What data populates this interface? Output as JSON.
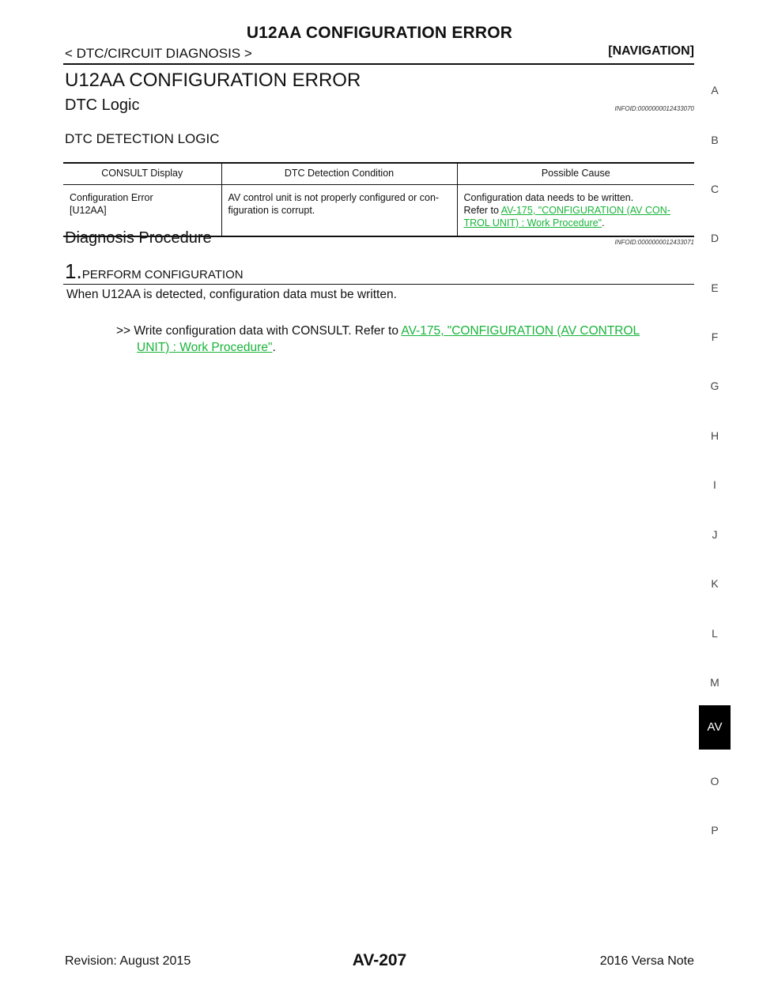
{
  "header": {
    "title": "U12AA CONFIGURATION ERROR",
    "breadcrumb": "< DTC/CIRCUIT DIAGNOSIS >",
    "section": "[NAVIGATION]"
  },
  "page_heading": "U12AA CONFIGURATION ERROR",
  "dtc_logic": {
    "heading": "DTC Logic",
    "info_id": "INFOID:0000000012433070",
    "subheading": "DTC DETECTION LOGIC",
    "table": {
      "columns": [
        "CONSULT Display",
        "DTC Detection Condition",
        "Possible Cause"
      ],
      "row": {
        "display_line1": "Configuration Error",
        "display_line2": "[U12AA]",
        "condition_line1": "AV control unit is not properly configured or con-",
        "condition_line2": "figuration is corrupt.",
        "cause_line1": "Configuration data needs to be written.",
        "cause_refer_prefix": "Refer to ",
        "cause_link_line1": "AV-175, \"CONFIGURATION (AV CON-",
        "cause_link_line2": "TROL UNIT) : Work Procedure\"",
        "cause_suffix": "."
      }
    }
  },
  "diagnosis": {
    "heading": "Diagnosis Procedure",
    "info_id": "INFOID:0000000012433071",
    "step_number": "1.",
    "step_title": "PERFORM CONFIGURATION",
    "step_text": "When U12AA is detected, configuration data must be written.",
    "result_prefix": ">> Write configuration data with CONSULT. Refer to ",
    "result_link_line1": "AV-175, \"CONFIGURATION (AV CONTROL",
    "result_link_line2": "UNIT) : Work Procedure\"",
    "result_suffix": "."
  },
  "section_index": {
    "letters": [
      "A",
      "B",
      "C",
      "D",
      "E",
      "F",
      "G",
      "H",
      "I",
      "J",
      "K",
      "L",
      "M",
      "AV",
      "O",
      "P"
    ],
    "active": "AV"
  },
  "footer": {
    "revision": "Revision: August 2015",
    "page": "AV-207",
    "model": "2016 Versa Note"
  }
}
